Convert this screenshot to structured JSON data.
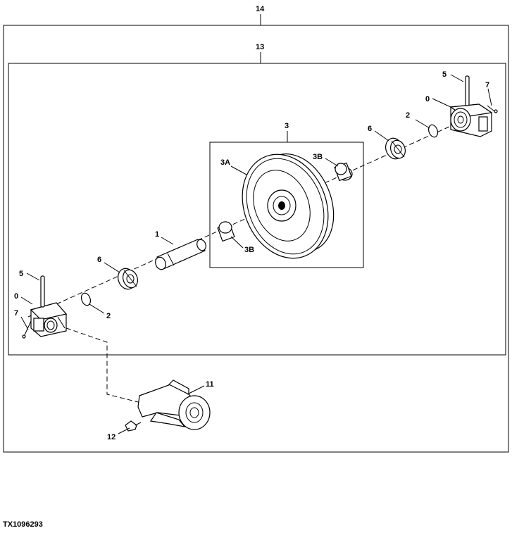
{
  "figure_id": "TX1096293",
  "callouts": {
    "c14": "14",
    "c13": "13",
    "c3": "3",
    "c3a": "3A",
    "c3b_top": "3B",
    "c3b_bottom": "3B",
    "c1": "1",
    "c6_left": "6",
    "c6_right": "6",
    "c5_left": "5",
    "c5_right": "5",
    "c0_left": "0",
    "c0_right": "0",
    "c7_left": "7",
    "c7_right": "7",
    "c2_left": "2",
    "c2_right": "2",
    "c11": "11",
    "c12": "12"
  }
}
